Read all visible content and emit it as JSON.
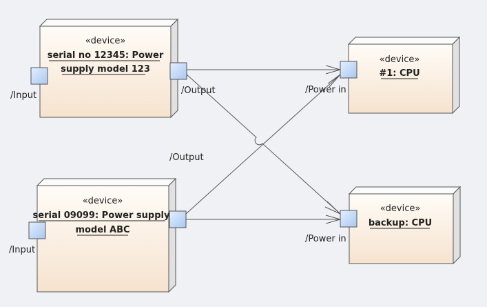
{
  "nodes": {
    "psu1": {
      "stereotype": "«device»",
      "name_lines": [
        "serial no 12345: Power",
        "supply model 123"
      ]
    },
    "psu2": {
      "stereotype": "«device»",
      "name_lines": [
        "serial 09099: Power supply",
        "model ABC"
      ]
    },
    "cpu1": {
      "stereotype": "«device»",
      "name_lines": [
        "#1: CPU"
      ]
    },
    "cpu2": {
      "stereotype": "«device»",
      "name_lines": [
        "backup: CPU"
      ]
    }
  },
  "ports": {
    "psu1_input": "/Input",
    "psu1_output": "/Output",
    "psu2_input": "/Input",
    "psu2_output": "/Output",
    "cpu1_power": "/Power in",
    "cpu2_power": "/Power in"
  },
  "colors": {
    "node_fill_top": "#fffcf7",
    "node_fill_bottom": "#f6e3cf",
    "port_fill_top": "#e3efff",
    "port_fill_bottom": "#a9c7f0",
    "line": "#555555"
  }
}
